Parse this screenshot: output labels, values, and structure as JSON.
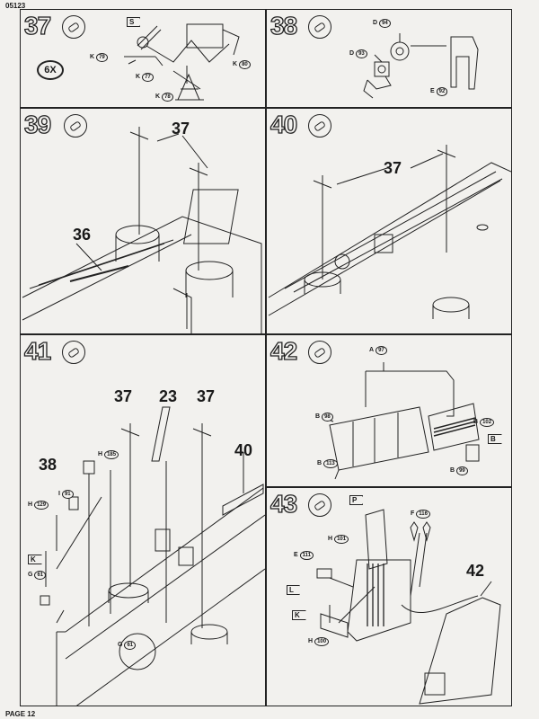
{
  "header": {
    "code": "05123"
  },
  "footer": {
    "page": "PAGE 12"
  },
  "steps": {
    "s37": {
      "num": "37",
      "mult": "6X",
      "flag": "S",
      "parts": [
        {
          "l": "K",
          "n": "79"
        },
        {
          "l": "K",
          "n": "77"
        },
        {
          "l": "K",
          "n": "80"
        },
        {
          "l": "K",
          "n": "78"
        }
      ]
    },
    "s38": {
      "num": "38",
      "parts": [
        {
          "l": "D",
          "n": "94"
        },
        {
          "l": "D",
          "n": "93"
        },
        {
          "l": "E",
          "n": "92"
        }
      ]
    },
    "s39": {
      "num": "39",
      "callouts": [
        "37",
        "36"
      ]
    },
    "s40": {
      "num": "40",
      "callouts": [
        "37"
      ]
    },
    "s41": {
      "num": "41",
      "callouts": [
        "37",
        "23",
        "37",
        "38",
        "40"
      ],
      "flag": "K",
      "parts": [
        {
          "l": "H",
          "n": "185"
        },
        {
          "l": "H",
          "n": "129"
        },
        {
          "l": "I",
          "n": "91"
        },
        {
          "l": "G",
          "n": "61"
        },
        {
          "l": "G",
          "n": "61"
        }
      ]
    },
    "s42": {
      "num": "42",
      "flag": "B",
      "parts": [
        {
          "l": "A",
          "n": "97"
        },
        {
          "l": "B",
          "n": "98"
        },
        {
          "l": "B",
          "n": "102"
        },
        {
          "l": "B",
          "n": "113"
        },
        {
          "l": "B",
          "n": "99"
        }
      ]
    },
    "s43": {
      "num": "43",
      "callouts": [
        "42"
      ],
      "flags": [
        "P",
        "L",
        "K"
      ],
      "parts": [
        {
          "l": "F",
          "n": "116"
        },
        {
          "l": "H",
          "n": "101"
        },
        {
          "l": "E",
          "n": "111"
        },
        {
          "l": "H",
          "n": "100"
        }
      ]
    }
  }
}
